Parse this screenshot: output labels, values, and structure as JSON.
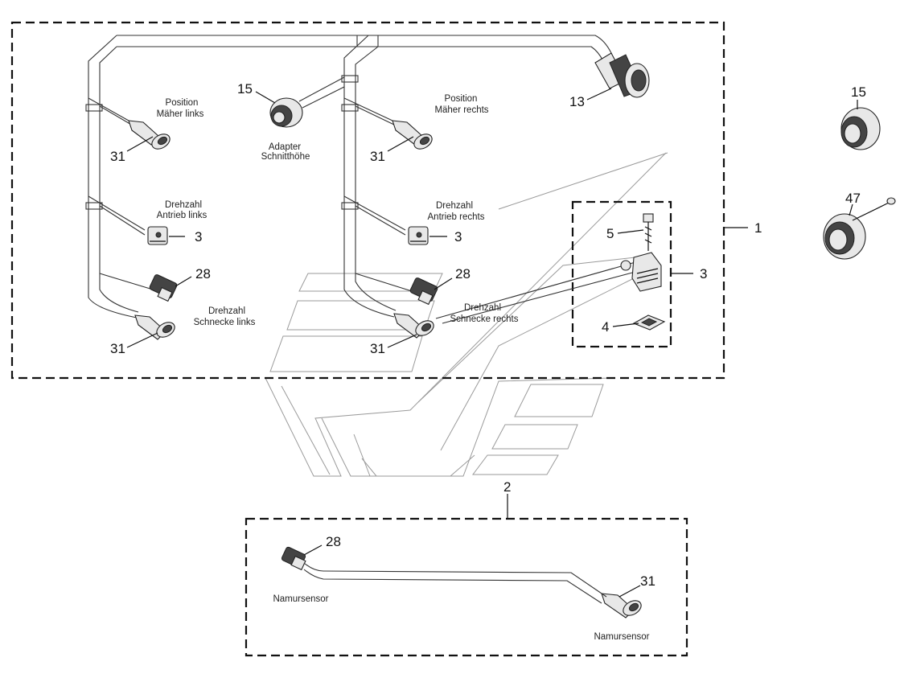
{
  "callouts": {
    "harness_1": "1",
    "harness_2": "2",
    "module_3": "3",
    "plug_3_left": "3",
    "plug_3_right": "3",
    "gasket_4": "4",
    "screw_5": "5",
    "connector_13": "13",
    "adapter_15": "15",
    "spare_15": "15",
    "sensor_28_left": "28",
    "sensor_28_right": "28",
    "sensor_28_bottom": "28",
    "socket_31_left_top": "31",
    "socket_31_left_bottom": "31",
    "socket_31_right_top": "31",
    "socket_31_right_bottom": "31",
    "socket_31_bottom": "31",
    "cap_47": "47"
  },
  "labels": {
    "pos_left_l1": "Position",
    "pos_left_l2": "Mäher links",
    "pos_right_l1": "Position",
    "pos_right_l2": "Mäher rechts",
    "adapter_l1": "Adapter",
    "adapter_l2": "Schnitthöhe",
    "drive_left_l1": "Drehzahl",
    "drive_left_l2": "Antrieb links",
    "drive_right_l1": "Drehzahl",
    "drive_right_l2": "Antrieb rechts",
    "auger_left_l1": "Drehzahl",
    "auger_left_l2": "Schnecke links",
    "auger_right_l1": "Drehzahl",
    "auger_right_l2": "Schnecke rechts",
    "namur_left": "Namursensor",
    "namur_right": "Namursensor"
  }
}
